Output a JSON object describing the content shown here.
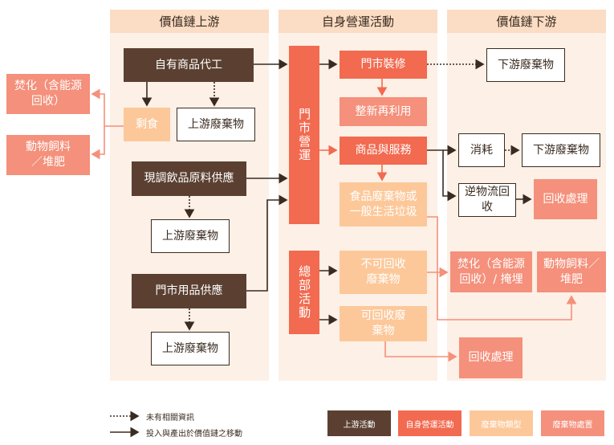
{
  "columns": {
    "upstream": "價值鏈上游",
    "operations": "自身營運活動",
    "downstream": "價值鏈下游"
  },
  "nodes": {
    "own_oem": "自有商品代工",
    "leftover": "剩食",
    "up_waste_1": "上游廢棄物",
    "beverage_supply": "現調飲品原料供應",
    "up_waste_2": "上游廢棄物",
    "store_supply": "門市用品供應",
    "up_waste_3": "上游廢棄物",
    "incineration_left": "焚化（含能源回收）",
    "feed_left": "動物飼料／堆肥",
    "store_ops": "門市營運",
    "renovation": "門市裝修",
    "refurbish": "整新再利用",
    "products_services": "商品與服務",
    "food_waste": "食品廢棄物或一般生活垃圾",
    "hq": "總部活動",
    "non_recyclable": "不可回收廢棄物",
    "recyclable": "可回收廢棄物",
    "down_waste_1": "下游廢棄物",
    "consumption": "消耗",
    "down_waste_2": "下游廢棄物",
    "reverse_logistics": "逆物流回收",
    "recycle_1": "回收處理",
    "incineration_right": "焚化（含能源回收）/ 掩埋",
    "feed_right": "動物飼料／堆肥",
    "recycle_2": "回收處理"
  },
  "legend": {
    "dotted": "未有相關資訊",
    "solid": "投入與產出於價值鏈之移動",
    "upstream_activity": "上游活動",
    "own_activity": "自身營運活動",
    "waste_type": "廢棄物類型",
    "waste_disposal": "廢棄物處置"
  },
  "colors": {
    "dark": "#5b4031",
    "red": "#f26a50",
    "light": "#fcc89a",
    "pink": "#f4907b",
    "column_bg": "#fdf0e6",
    "column_head": "#fbdcc4"
  }
}
